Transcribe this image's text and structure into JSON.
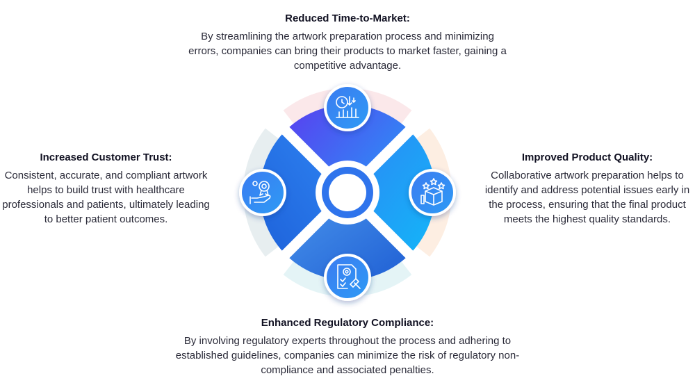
{
  "sections": {
    "top": {
      "title": "Reduced Time-to-Market:",
      "body": "By streamlining the artwork preparation process and minimizing errors, companies can bring their products to market faster, gaining a competitive advantage."
    },
    "left": {
      "title": "Increased Customer Trust:",
      "body": "Consistent, accurate, and compliant artwork helps to build trust with healthcare professionals and patients, ultimately leading to better patient outcomes."
    },
    "right": {
      "title": "Improved Product Quality:",
      "body": "Collaborative artwork preparation helps to identify and address potential issues early in the process, ensuring that the final product meets the highest quality standards."
    },
    "bottom": {
      "title": "Enhanced Regulatory Compliance:",
      "body": "By involving regulatory experts throughout the process and adhering to established guidelines, companies can minimize the risk of regulatory non-compliance and associated penalties."
    }
  },
  "icons": {
    "top": "clock-chart-icon",
    "right": "quality-box-stars-icon",
    "bottom": "compliance-document-gavel-icon",
    "left": "trust-hand-award-icon"
  },
  "colors": {
    "top_gradient": [
      "#5a3ef0",
      "#2e8cf5"
    ],
    "right_gradient": [
      "#1fa6f7",
      "#2d7ff4"
    ],
    "bottom_gradient": [
      "#3f8af0",
      "#1f65d6"
    ],
    "left_gradient": [
      "#2d7ff4",
      "#1d66dc"
    ],
    "top_ring": "#fbe8ea",
    "right_ring": "#fdeee2",
    "bottom_ring": "#e4f4f6",
    "left_ring": "#e7eef0"
  }
}
